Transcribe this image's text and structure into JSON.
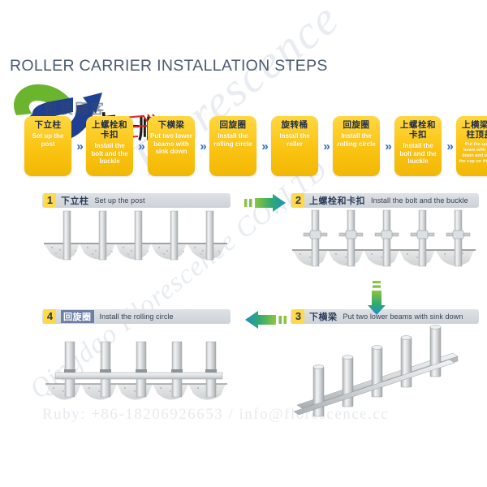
{
  "page": {
    "title": "ROLLER CARRIER INSTALLATION STEPS",
    "title_color": "#4b5b6e",
    "background": "#ffffff",
    "accent_yellow": "#fbc412",
    "accent_green": "#5bb24a",
    "accent_blue": "#2e6db4"
  },
  "logo": {
    "name": "florescence-logo",
    "green": "#6ab42e",
    "blue": "#1f3f92",
    "cn_text": "包装顾客",
    "stamp_text": "丰一顺"
  },
  "watermarks": {
    "diagonal_top": "Florescence",
    "diagonal_bottom": "Qingdao Florescence CO.,LTD",
    "small_top": "FLORESCENCE",
    "bottom_contact": "Ruby: +86-18206926653 / info@florescence.cc"
  },
  "flow": {
    "separator": "»",
    "steps": [
      {
        "cn": "下立柱",
        "en": "Set up the post"
      },
      {
        "cn": "上螺栓和卡扣",
        "en": "Install the bolt and the buckle"
      },
      {
        "cn": "下横梁",
        "en": "Put two lower beams with sink down"
      },
      {
        "cn": "回旋圈",
        "en": "Install the rolling circle"
      },
      {
        "cn": "旋转桶",
        "en": "Install the roller"
      },
      {
        "cn": "回旋圈",
        "en": "Install the rolling circle"
      },
      {
        "cn": "上螺栓和卡扣",
        "en": "Install the bolt and the buckle"
      },
      {
        "cn": "上横梁立柱顶盖",
        "en": "Put the upper beam with sink down and install the cap on the post"
      }
    ]
  },
  "panels": [
    {
      "num": "1",
      "cn": "下立柱",
      "en": "Set up the post",
      "art": "posts-in-ground",
      "post_count": 5
    },
    {
      "num": "2",
      "cn": "上螺栓和卡扣",
      "en": "Install the bolt and the buckle",
      "art": "posts-with-bolt-collars",
      "post_count": 5
    },
    {
      "num": "3",
      "cn": "下横梁",
      "en": "Put two lower beams with sink down",
      "art": "perspective-posts-with-beams",
      "post_count": 5
    },
    {
      "num": "4",
      "cn": "回旋圈",
      "en": "Install the rolling circle",
      "art": "posts-with-horizontal-beam",
      "post_count": 5
    }
  ],
  "arrows": {
    "right": "arrow-right",
    "down": "arrow-down",
    "left": "arrow-left"
  }
}
